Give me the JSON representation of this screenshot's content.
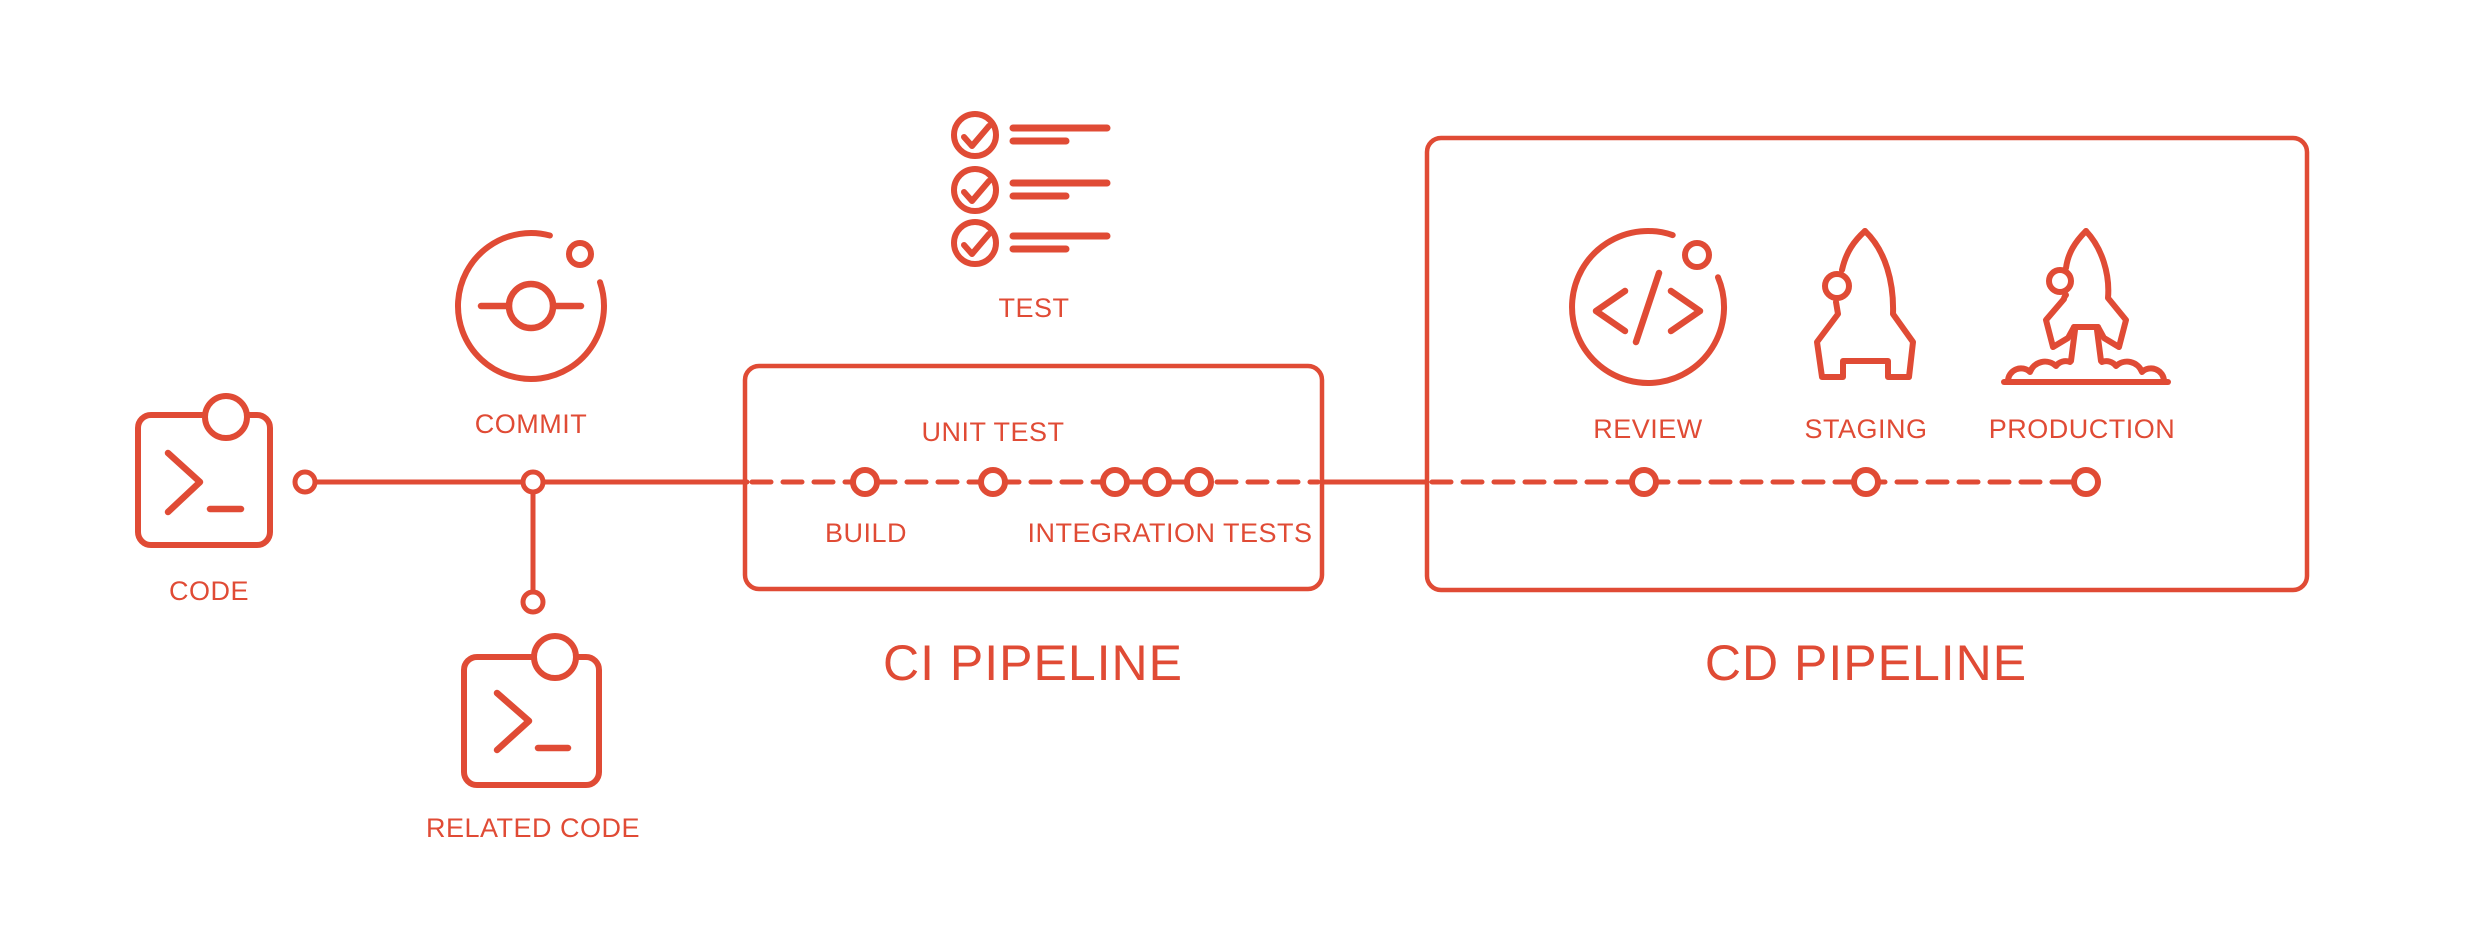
{
  "colors": {
    "accent": "#E04B35",
    "background": "#FFFFFF"
  },
  "labels": {
    "code": "CODE",
    "commit": "COMMIT",
    "related_code": "RELATED CODE",
    "test": "TEST",
    "build": "BUILD",
    "unit_test": "UNIT TEST",
    "integration_tests": "INTEGRATION TESTS",
    "review": "REVIEW",
    "staging": "STAGING",
    "production": "PRODUCTION"
  },
  "titles": {
    "ci": "CI PIPELINE",
    "cd": "CD PIPELINE"
  },
  "icons": {
    "code": "terminal-window-icon",
    "commit": "git-commit-orbit-icon",
    "related_code": "terminal-window-icon",
    "test": "checklist-icon",
    "review": "code-tag-circle-icon",
    "staging": "rocket-icon",
    "production": "rocket-launch-icon"
  }
}
